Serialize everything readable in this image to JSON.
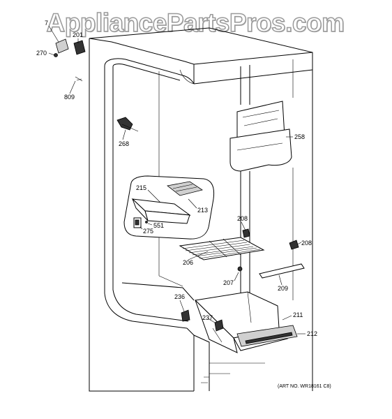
{
  "watermark": "AppliancePartsPros.com",
  "art_number": "(ART NO. WR18161 C8)",
  "callouts": {
    "c7": "7",
    "c201": "201",
    "c270": "270",
    "c809": "809",
    "c268": "268",
    "c258": "258",
    "c215": "215",
    "c213": "213",
    "c551": "551",
    "c275": "275",
    "c208a": "208",
    "c208b": "208",
    "c206": "206",
    "c207": "207",
    "c209": "209",
    "c236": "236",
    "c237": "237",
    "c211": "211",
    "c212": "212"
  }
}
